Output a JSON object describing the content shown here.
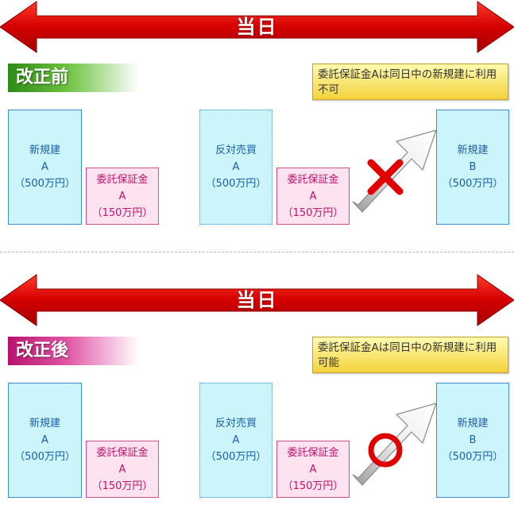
{
  "colors": {
    "arrow_red": "#d40000",
    "arrow_dark": "#a50000",
    "cross_red": "#e00000",
    "circle_red": "#e00000",
    "badge_before": "#2e8b16",
    "badge_after": "#b8126e",
    "note_yellow": "#f8dc4a"
  },
  "before": {
    "day_label": "当日",
    "badge": "改正前",
    "note": "委託保証金Aは同日中の新規建に利用不可",
    "result_icon": "cross-icon",
    "boxes": {
      "new_a": [
        "新規建",
        "A",
        "（500万円）"
      ],
      "deposit_a": [
        "委託保証金",
        "A",
        "（150万円）"
      ],
      "reverse_a": [
        "反対売買",
        "A",
        "（500万円）"
      ],
      "deposit_a2": [
        "委託保証金",
        "A",
        "（150万円）"
      ],
      "new_b": [
        "新規建",
        "B",
        "（500万円）"
      ]
    }
  },
  "after": {
    "day_label": "当日",
    "badge": "改正後",
    "note": "委託保証金Aは同日中の新規建に利用可能",
    "result_icon": "circle-icon",
    "boxes": {
      "new_a": [
        "新規建",
        "A",
        "（500万円）"
      ],
      "deposit_a": [
        "委託保証金",
        "A",
        "（150万円）"
      ],
      "reverse_a": [
        "反対売買",
        "A",
        "（500万円）"
      ],
      "deposit_a2": [
        "委託保証金",
        "A",
        "（150万円）"
      ],
      "new_b": [
        "新規建",
        "B",
        "（500万円）"
      ]
    }
  }
}
